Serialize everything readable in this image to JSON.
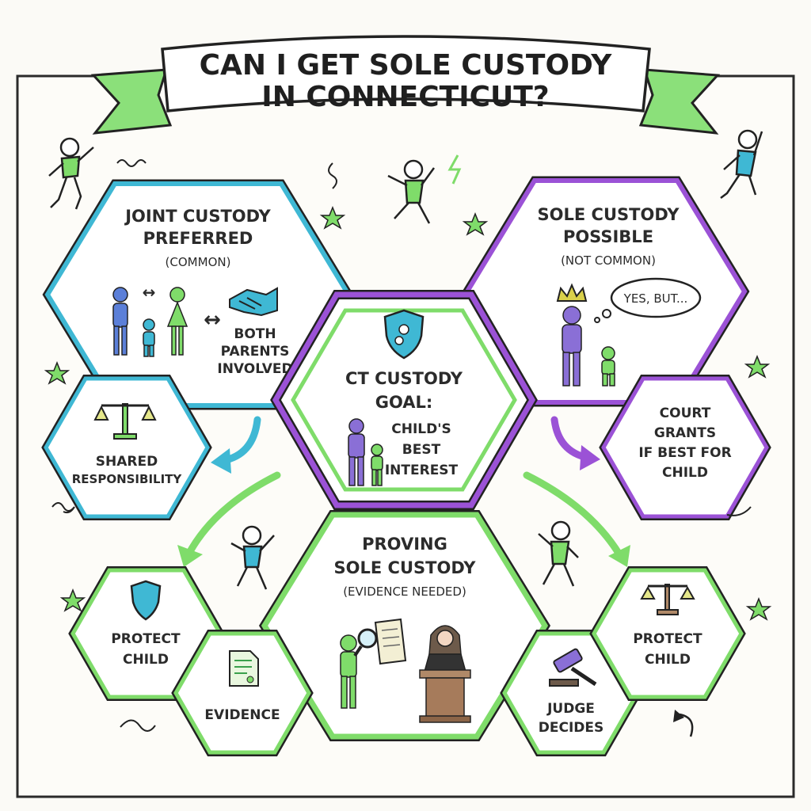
{
  "title": {
    "line1": "CAN I GET SOLE CUSTODY",
    "line2": "IN CONNECTICUT?"
  },
  "joint": {
    "line1": "JOINT CUSTODY",
    "line2": "PREFERRED",
    "note": "(COMMON)",
    "both1": "BOTH",
    "both2": "PARENTS",
    "both3": "INVOLVED"
  },
  "shared": {
    "line1": "SHARED",
    "line2": "RESPONSIBILITY"
  },
  "goal": {
    "line1": "CT CUSTODY",
    "line2": "GOAL:",
    "line3": "CHILD'S",
    "line4": "BEST",
    "line5": "INTEREST"
  },
  "sole": {
    "line1": "SOLE CUSTODY",
    "line2": "POSSIBLE",
    "note": "(NOT COMMON)",
    "bubble": "YES, BUT..."
  },
  "court": {
    "line1": "COURT",
    "line2": "GRANTS",
    "line3": "IF BEST FOR",
    "line4": "CHILD"
  },
  "proving": {
    "line1": "PROVING",
    "line2": "SOLE CUSTODY",
    "note": "(EVIDENCE NEEDED)"
  },
  "protect_left": {
    "line1": "PROTECT",
    "line2": "CHILD"
  },
  "evidence": {
    "line1": "EVIDENCE"
  },
  "judge": {
    "line1": "JUDGE",
    "line2": "DECIDES"
  },
  "protect_right": {
    "line1": "PROTECT",
    "line2": "CHILD"
  },
  "colors": {
    "blue": "#3fb8d4",
    "purple": "#9b52d6",
    "green": "#7fdc6a",
    "ink": "#232323"
  }
}
